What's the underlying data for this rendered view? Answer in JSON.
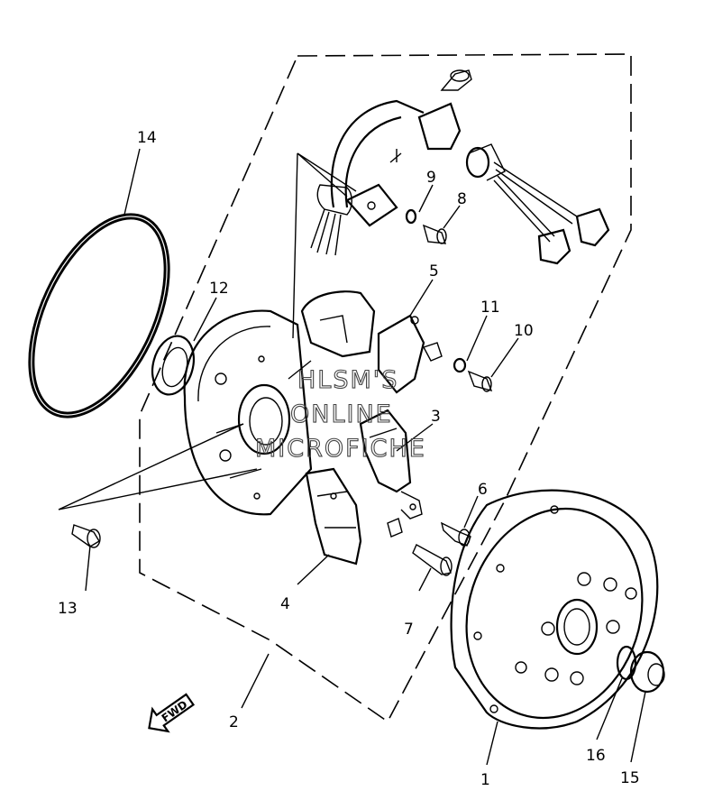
{
  "diagram": {
    "callouts": {
      "c1": "1",
      "c2": "2",
      "c3": "3",
      "c4": "4",
      "c5": "5",
      "c6": "6",
      "c7": "7",
      "c8": "8",
      "c9": "9",
      "c10": "10",
      "c11": "11",
      "c12": "12",
      "c13": "13",
      "c14": "14",
      "c15": "15",
      "c16": "16"
    },
    "direction_label": "FWD",
    "watermark": {
      "line1": "HLSM'S",
      "line2": "ONLINE",
      "line3": "MICROFICHE"
    }
  }
}
